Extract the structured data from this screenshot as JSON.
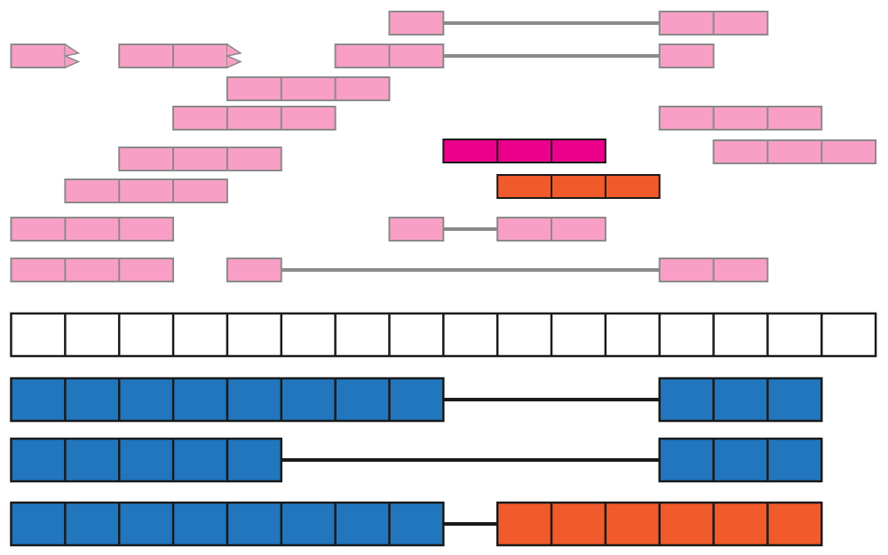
{
  "colors": {
    "read_segment": "#f99fc6",
    "read_border": "#8a8a8a",
    "read_connector": "#8a8a8a",
    "highlight_read": "#ea008b",
    "variant_read": "#f15a2b",
    "dark_border": "#1a1a1a",
    "reference_fill": "#ffffff",
    "transcript_exon": "#2176be",
    "transcript_intron": "#1a1a1a",
    "background": "#ffffff"
  },
  "grid": {
    "columns": 16
  },
  "reads": [
    {
      "blocks": [
        [
          7,
          8
        ],
        [
          12,
          14
        ]
      ],
      "style": "normal"
    },
    {
      "blocks": [
        [
          0,
          1
        ]
      ],
      "style": "normal",
      "clipped_end": true
    },
    {
      "blocks": [
        [
          2,
          4
        ]
      ],
      "style": "normal",
      "clipped_end": true
    },
    {
      "blocks": [
        [
          6,
          8
        ],
        [
          12,
          13
        ]
      ],
      "style": "normal"
    },
    {
      "blocks": [
        [
          4,
          7
        ]
      ],
      "style": "normal"
    },
    {
      "blocks": [
        [
          3,
          6
        ]
      ],
      "style": "normal"
    },
    {
      "blocks": [
        [
          12,
          15
        ]
      ],
      "style": "normal"
    },
    {
      "blocks": [
        [
          8,
          11
        ]
      ],
      "style": "highlight"
    },
    {
      "blocks": [
        [
          13,
          16
        ]
      ],
      "style": "normal"
    },
    {
      "blocks": [
        [
          2,
          5
        ]
      ],
      "style": "normal"
    },
    {
      "blocks": [
        [
          1,
          4
        ]
      ],
      "style": "normal"
    },
    {
      "blocks": [
        [
          9,
          12
        ]
      ],
      "style": "variant"
    },
    {
      "blocks": [
        [
          0,
          3
        ]
      ],
      "style": "normal"
    },
    {
      "blocks": [
        [
          7,
          8
        ],
        [
          9,
          11
        ]
      ],
      "style": "normal"
    },
    {
      "blocks": [
        [
          0,
          3
        ]
      ],
      "style": "normal"
    },
    {
      "blocks": [
        [
          4,
          5
        ],
        [
          12,
          14
        ]
      ],
      "style": "normal"
    }
  ],
  "reference": {
    "start": 0,
    "end": 16
  },
  "transcripts": [
    {
      "exons": [
        [
          0,
          8
        ],
        [
          12,
          15
        ]
      ],
      "exon_styles": [
        "exon",
        "exon"
      ]
    },
    {
      "exons": [
        [
          0,
          5
        ],
        [
          12,
          15
        ]
      ],
      "exon_styles": [
        "exon",
        "exon"
      ]
    },
    {
      "exons": [
        [
          0,
          8
        ],
        [
          9,
          15
        ]
      ],
      "exon_styles": [
        "exon",
        "variant"
      ]
    }
  ]
}
